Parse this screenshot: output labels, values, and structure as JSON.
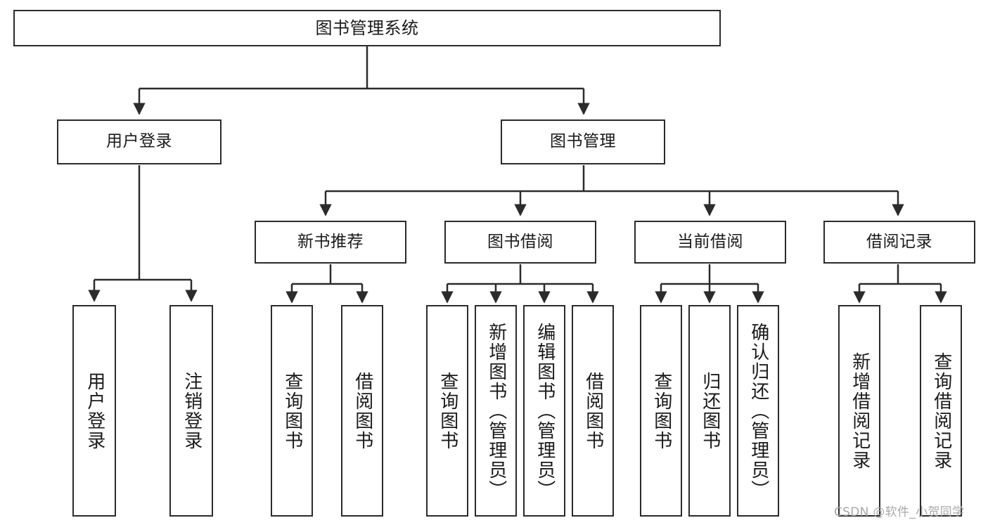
{
  "diagram": {
    "title": "图书管理系统",
    "type": "tree",
    "watermark": "CSDN @软件_小贺同学",
    "colors": {
      "stroke": "#2b2b2b",
      "fill": "#ffffff",
      "text": "#1a1a1a",
      "watermark": "#a8a8a8"
    },
    "nodes": {
      "root": {
        "label": "图书管理系统"
      },
      "level1": [
        {
          "id": "user-login",
          "label": "用户登录"
        },
        {
          "id": "book-manage",
          "label": "图书管理"
        }
      ],
      "level2": [
        {
          "id": "new-book-recommend",
          "label": "新书推荐"
        },
        {
          "id": "book-borrow",
          "label": "图书借阅"
        },
        {
          "id": "current-borrow",
          "label": "当前借阅"
        },
        {
          "id": "borrow-record",
          "label": "借阅记录"
        }
      ],
      "leaves": {
        "user_login": [
          {
            "id": "leaf-user-login",
            "label": "用户登录"
          },
          {
            "id": "leaf-logout",
            "label": "注销登录"
          }
        ],
        "new_book_recommend": [
          {
            "id": "leaf-query-book-1",
            "label": "查询图书"
          },
          {
            "id": "leaf-borrow-book-1",
            "label": "借阅图书"
          }
        ],
        "book_borrow": [
          {
            "id": "leaf-query-book-2",
            "label": "查询图书"
          },
          {
            "id": "leaf-add-book",
            "label": "新增图书（管理员）"
          },
          {
            "id": "leaf-edit-book",
            "label": "编辑图书（管理员）"
          },
          {
            "id": "leaf-borrow-book-2",
            "label": "借阅图书"
          }
        ],
        "current_borrow": [
          {
            "id": "leaf-query-book-3",
            "label": "查询图书"
          },
          {
            "id": "leaf-return-book",
            "label": "归还图书"
          },
          {
            "id": "leaf-confirm-return",
            "label": "确认归还（管理员）"
          }
        ],
        "borrow_record": [
          {
            "id": "leaf-add-record",
            "label": "新增借阅记录"
          },
          {
            "id": "leaf-query-record",
            "label": "查询借阅记录"
          }
        ]
      }
    }
  }
}
